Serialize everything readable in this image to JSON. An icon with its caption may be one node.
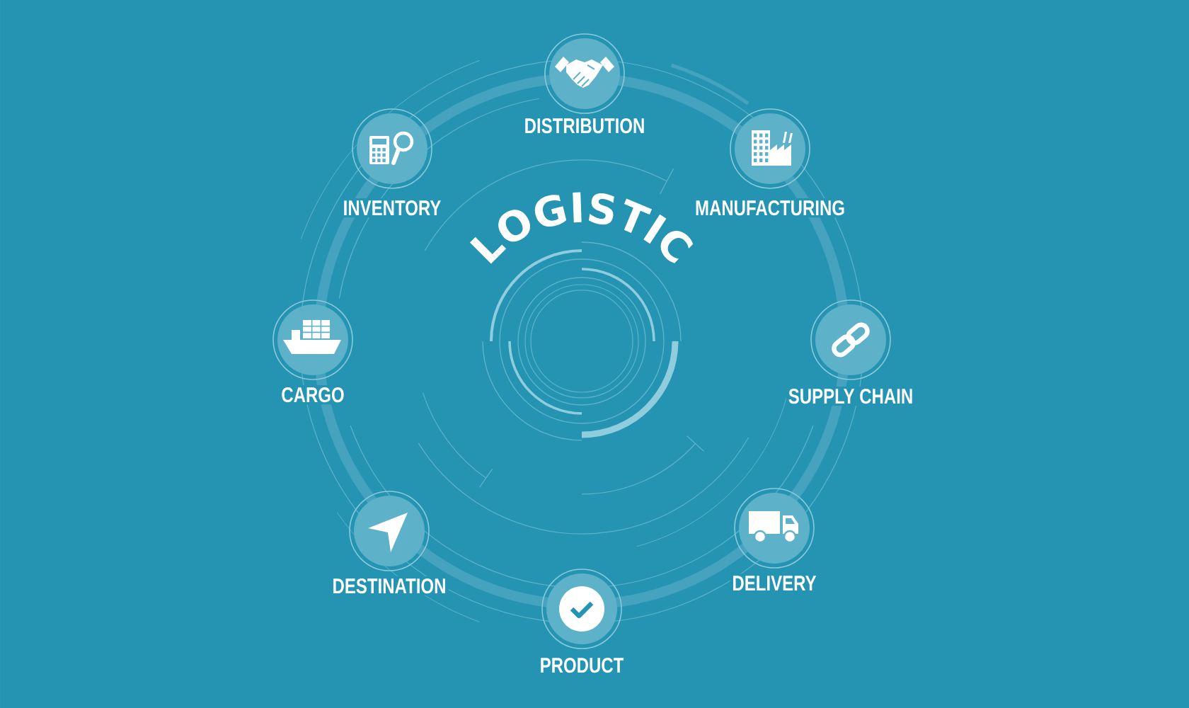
{
  "diagram": {
    "title": "LOGISTIC",
    "nodes": [
      {
        "text": [
          "DISTRIBUTION"
        ]
      },
      {
        "text": [
          "INVENTORY"
        ]
      },
      {
        "text": [
          "MANUFACTURING"
        ]
      },
      {
        "text": [
          "CARGO"
        ]
      },
      {
        "text": [
          "SUPPLY CHAIN"
        ]
      },
      {
        "text": [
          "DESTINATION"
        ]
      },
      {
        "text": [
          "DELIVERY"
        ]
      },
      {
        "text": [
          "PRODUCT"
        ]
      }
    ]
  }
}
